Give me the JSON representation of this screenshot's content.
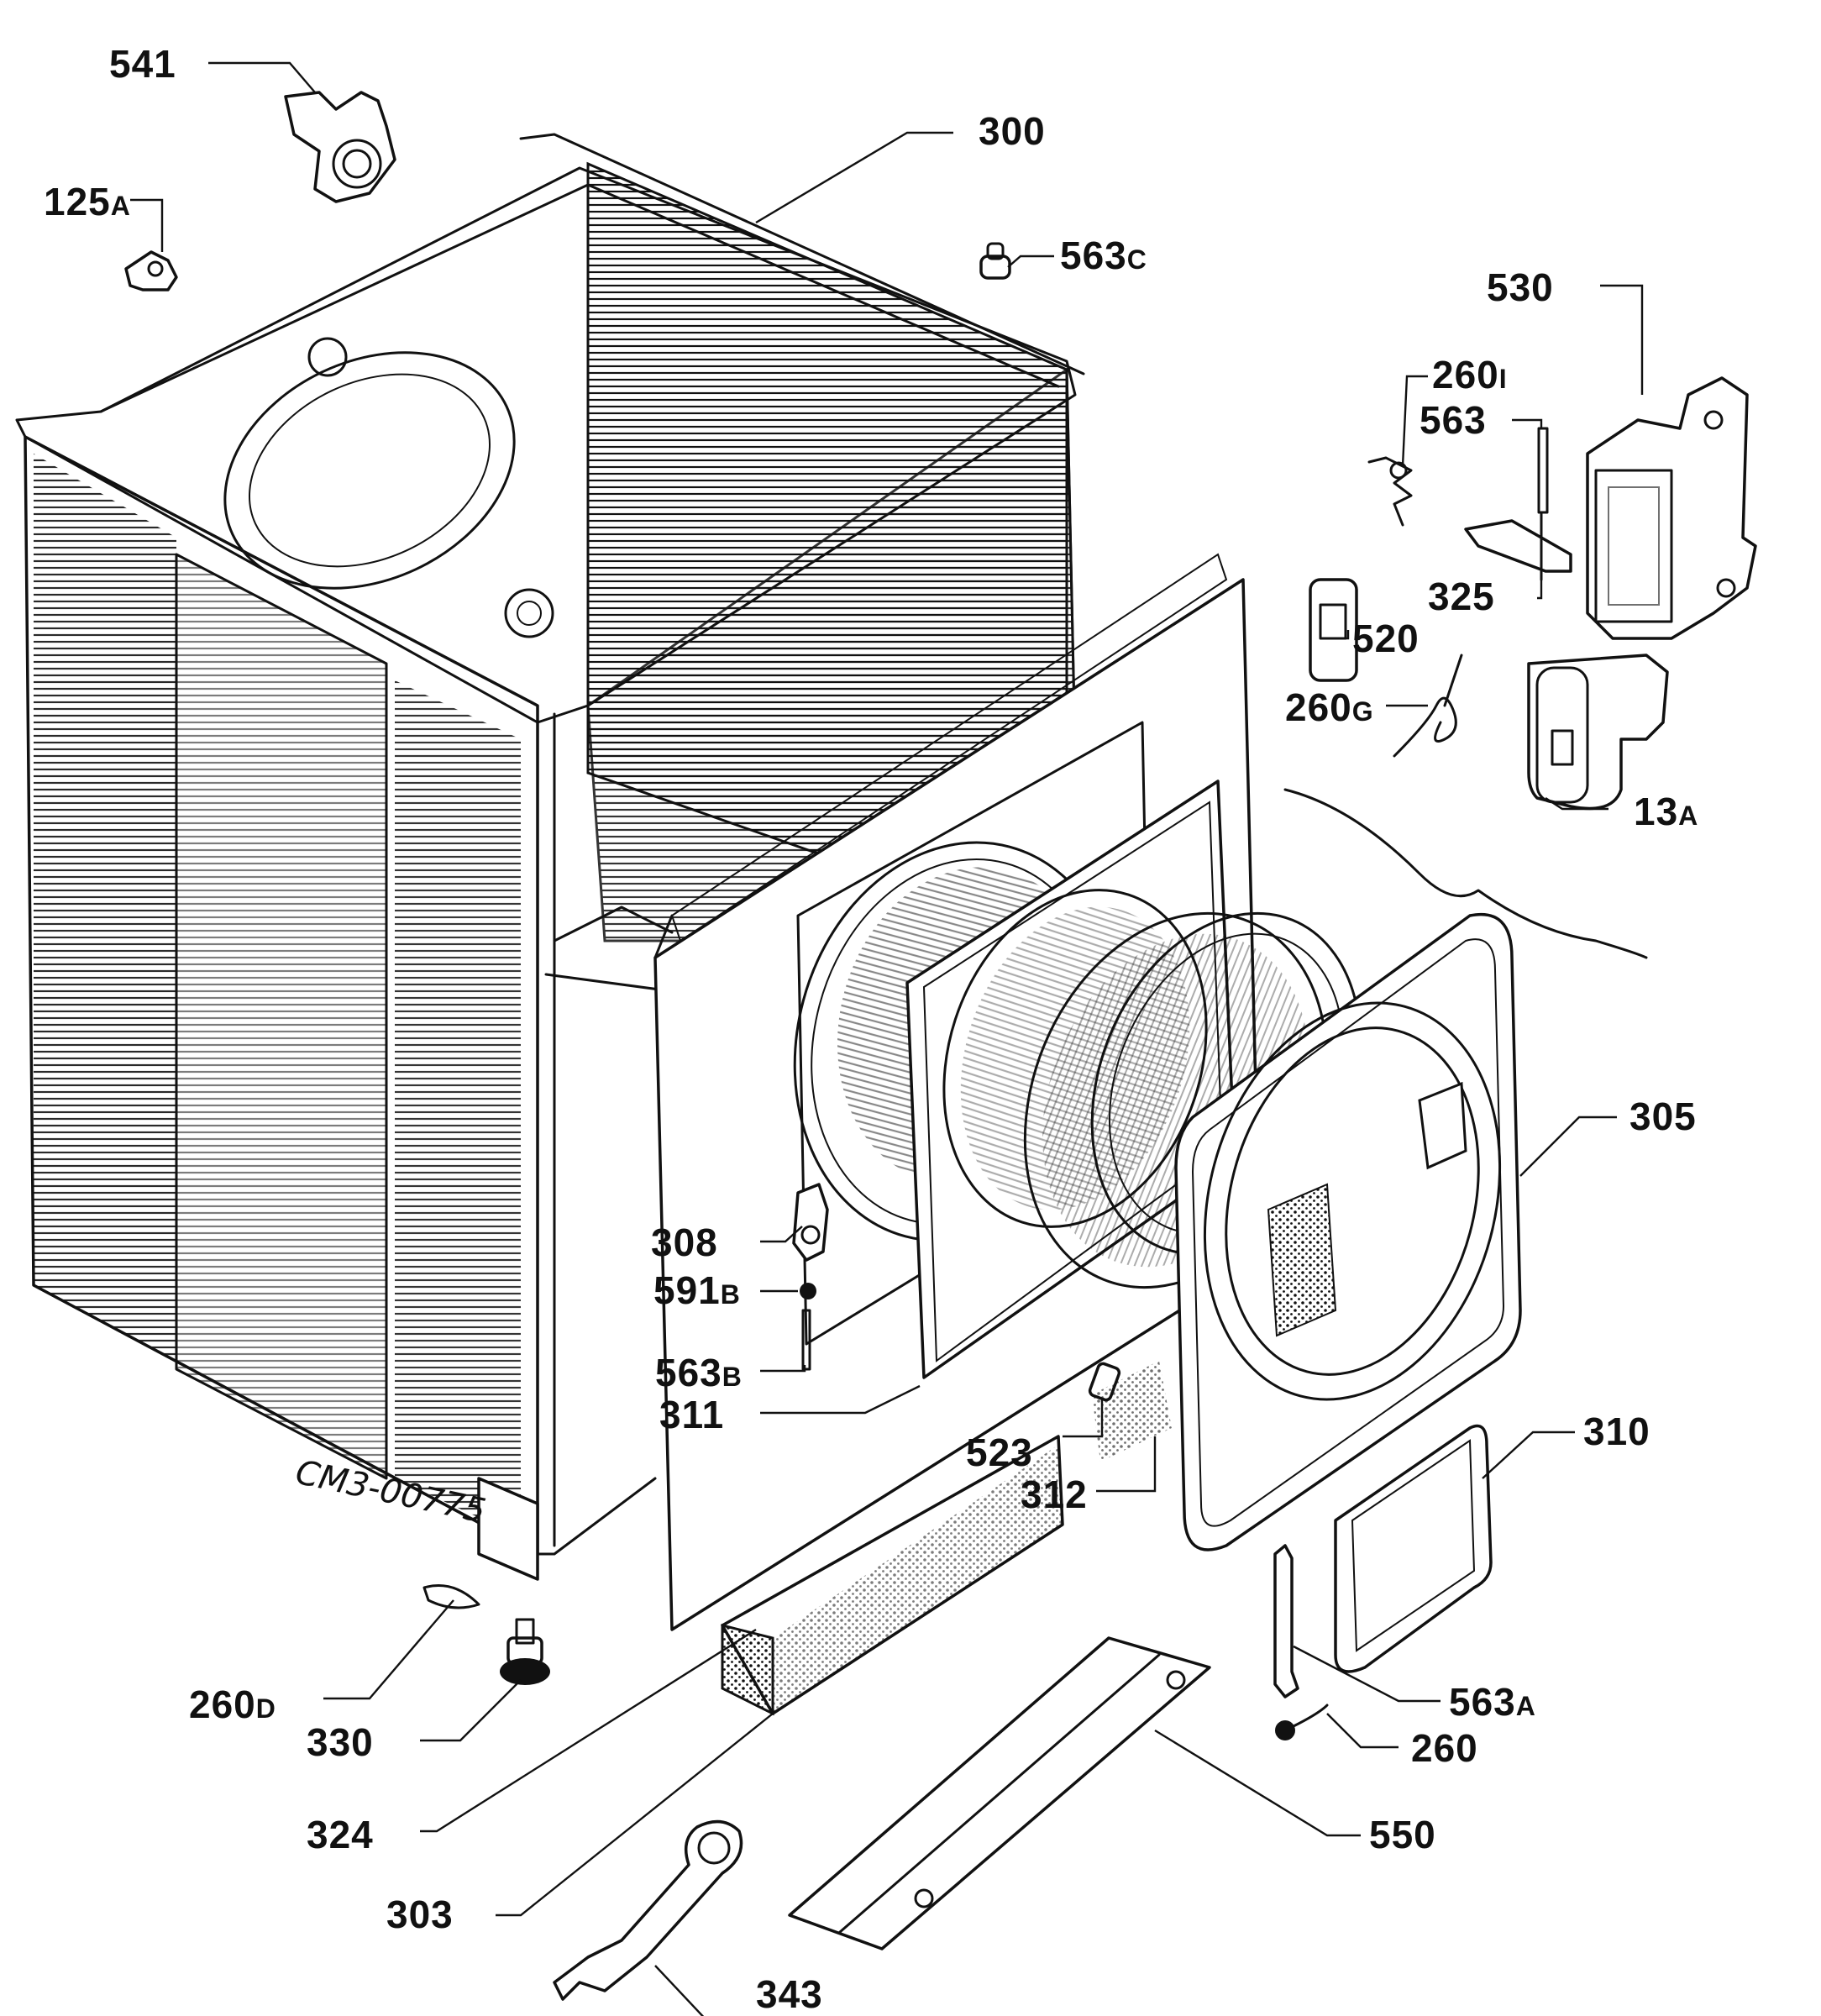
{
  "drawing_code": "CM3-00775",
  "labels": [
    {
      "id": "541",
      "main": "541",
      "sub": ""
    },
    {
      "id": "300",
      "main": "300",
      "sub": ""
    },
    {
      "id": "125a",
      "main": "125",
      "sub": "A"
    },
    {
      "id": "563c",
      "main": "563",
      "sub": "C"
    },
    {
      "id": "530",
      "main": "530",
      "sub": ""
    },
    {
      "id": "260i",
      "main": "260",
      "sub": "I"
    },
    {
      "id": "563",
      "main": "563",
      "sub": ""
    },
    {
      "id": "325",
      "main": "325",
      "sub": ""
    },
    {
      "id": "520",
      "main": "520",
      "sub": ""
    },
    {
      "id": "260g",
      "main": "260",
      "sub": "G"
    },
    {
      "id": "13a",
      "main": "13",
      "sub": "A"
    },
    {
      "id": "305",
      "main": "305",
      "sub": ""
    },
    {
      "id": "308",
      "main": "308",
      "sub": ""
    },
    {
      "id": "591b",
      "main": "591",
      "sub": "B"
    },
    {
      "id": "563b",
      "main": "563",
      "sub": "B"
    },
    {
      "id": "311",
      "main": "311",
      "sub": ""
    },
    {
      "id": "523",
      "main": "523",
      "sub": ""
    },
    {
      "id": "312",
      "main": "312",
      "sub": ""
    },
    {
      "id": "310",
      "main": "310",
      "sub": ""
    },
    {
      "id": "260d",
      "main": "260",
      "sub": "D"
    },
    {
      "id": "330",
      "main": "330",
      "sub": ""
    },
    {
      "id": "563a",
      "main": "563",
      "sub": "A"
    },
    {
      "id": "260",
      "main": "260",
      "sub": ""
    },
    {
      "id": "324",
      "main": "324",
      "sub": ""
    },
    {
      "id": "550",
      "main": "550",
      "sub": ""
    },
    {
      "id": "303",
      "main": "303",
      "sub": ""
    },
    {
      "id": "343",
      "main": "343",
      "sub": ""
    }
  ]
}
